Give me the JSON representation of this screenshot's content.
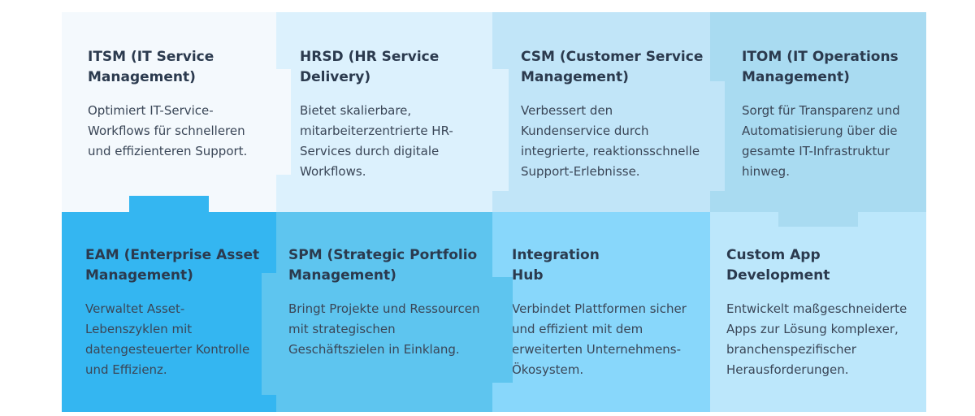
{
  "tiles": [
    {
      "title": "ITSM (IT Service Management)",
      "description": "Optimiert IT-Service-Workflows für schnelleren und effizienteren Support.",
      "color": "#f4f9fd"
    },
    {
      "title": "HRSD (HR Service Delivery)",
      "description": "Bietet skalierbare, mitarbeiterzentrierte HR-Services durch digitale Workflows.",
      "color": "#dcf1fd"
    },
    {
      "title": "CSM (Customer Service Management)",
      "description": "Verbessert den Kundenservice durch integrierte, reaktionsschnelle Support-Erlebnisse.",
      "color": "#c1e5f8"
    },
    {
      "title": "ITOM (IT Operations Management)",
      "description": "Sorgt für Transparenz und Automatisierung über die gesamte IT-Infrastruktur hinweg.",
      "color": "#a9dbf1"
    },
    {
      "title": "EAM (Enterprise Asset Management)",
      "description": "Verwaltet Asset-Lebenszyklen mit datengesteuerter Kontrolle und Effizienz.",
      "color": "#34b6f1"
    },
    {
      "title": "SPM (Strategic Portfolio Management)",
      "description": "Bringt Projekte und Ressourcen mit strategischen Geschäftszielen in Einklang.",
      "color": "#5ec5ef"
    },
    {
      "title": "Integration Hub",
      "description": "Verbindet Plattformen sicher und effizient mit dem erweiterten Unternehmens-Ökosystem.",
      "color": "#88d7fb"
    },
    {
      "title": "Custom App Development",
      "description": "Entwickelt maßgeschneiderte Apps zur Lösung komplexer, branchenspezifischer Herausforderungen.",
      "color": "#bce7fb"
    }
  ]
}
